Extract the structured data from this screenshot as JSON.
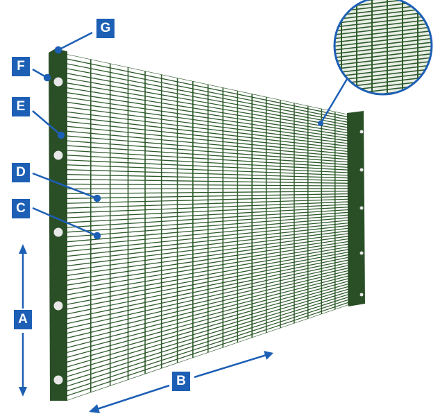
{
  "labels": {
    "A": "A",
    "B": "B",
    "C": "C",
    "D": "D",
    "E": "E",
    "F": "F",
    "G": "G"
  },
  "colors": {
    "label_bg": "#1d5fb5",
    "mesh": "#2d5a2a",
    "post": "#2a4f27",
    "leader": "#1d5fb5"
  },
  "icons": {
    "zoom": "magnifier-circle",
    "dimension": "double-arrow"
  }
}
